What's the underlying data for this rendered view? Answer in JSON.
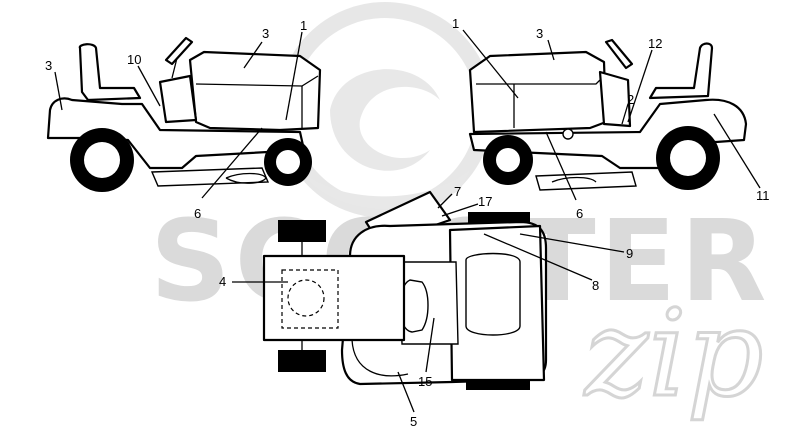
{
  "watermark": {
    "word": "SCOOTER",
    "script": "zip"
  },
  "callouts": {
    "side_left": [
      "3",
      "10",
      "3",
      "1",
      "6"
    ],
    "side_right": [
      "1",
      "3",
      "12",
      "2",
      "6",
      "11"
    ],
    "top_view": [
      "7",
      "17",
      "9",
      "8",
      "4",
      "15",
      "5"
    ]
  }
}
